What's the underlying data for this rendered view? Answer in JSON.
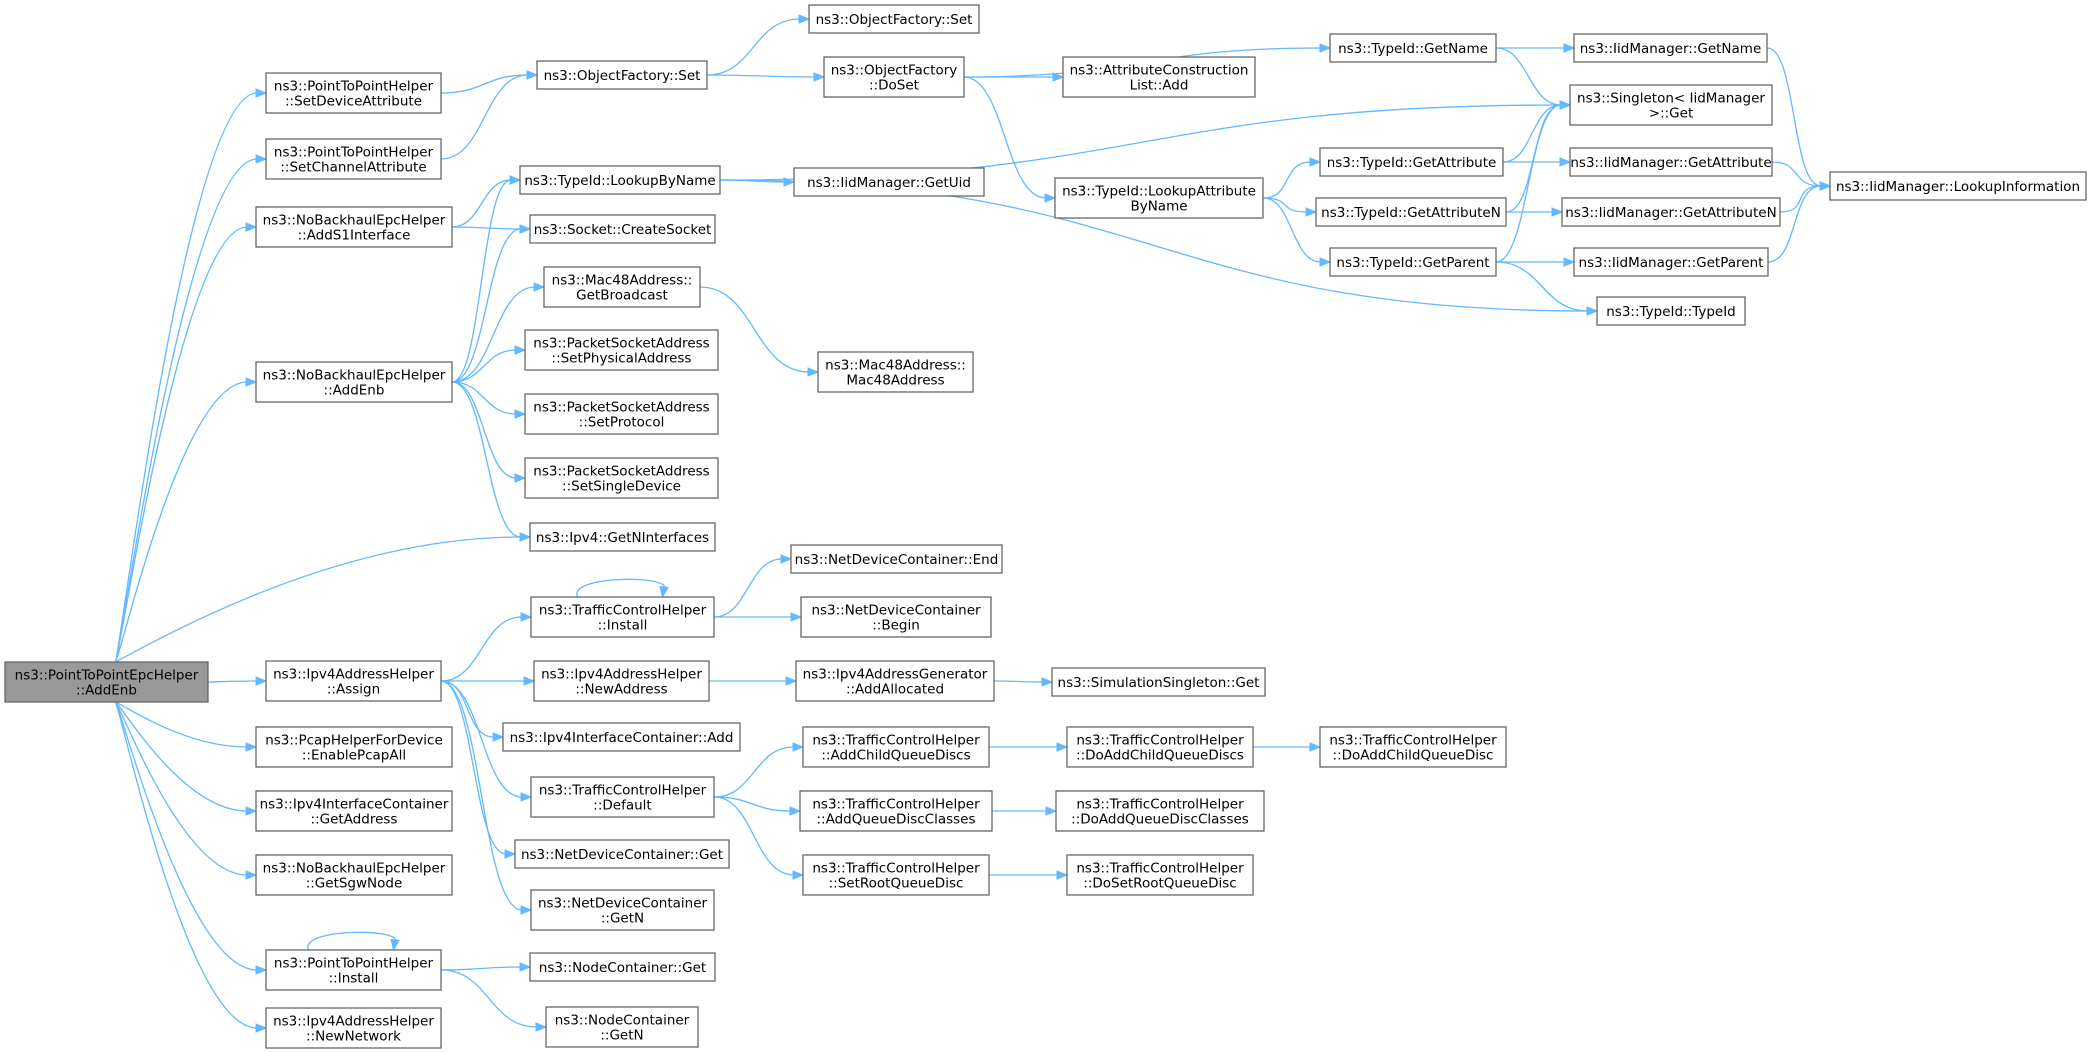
{
  "colors": {
    "edge": "#63b8ff",
    "node_border": "#666666",
    "root_fill": "#999999",
    "node_fill": "#ffffff"
  },
  "nodes": [
    {
      "id": "root",
      "lines": [
        "ns3::PointToPointEpcHelper",
        "::AddEnb"
      ],
      "root": true
    },
    {
      "id": "p2p_setdev",
      "lines": [
        "ns3::PointToPointHelper",
        "::SetDeviceAttribute"
      ]
    },
    {
      "id": "p2p_setchan",
      "lines": [
        "ns3::PointToPointHelper",
        "::SetChannelAttribute"
      ]
    },
    {
      "id": "nb_adds1",
      "lines": [
        "ns3::NoBackhaulEpcHelper",
        "::AddS1Interface"
      ]
    },
    {
      "id": "nb_addenb",
      "lines": [
        "ns3::NoBackhaulEpcHelper",
        "::AddEnb"
      ]
    },
    {
      "id": "ipv4ah_assign",
      "lines": [
        "ns3::Ipv4AddressHelper",
        "::Assign"
      ]
    },
    {
      "id": "pcap",
      "lines": [
        "ns3::PcapHelperForDevice",
        "::EnablePcapAll"
      ]
    },
    {
      "id": "ipv4ic_getaddr",
      "lines": [
        "ns3::Ipv4InterfaceContainer",
        "::GetAddress"
      ]
    },
    {
      "id": "nb_getsgw",
      "lines": [
        "ns3::NoBackhaulEpcHelper",
        "::GetSgwNode"
      ]
    },
    {
      "id": "p2p_install",
      "lines": [
        "ns3::PointToPointHelper",
        "::Install"
      ]
    },
    {
      "id": "ipv4ah_newnet",
      "lines": [
        "ns3::Ipv4AddressHelper",
        "::NewNetwork"
      ]
    },
    {
      "id": "of_set",
      "lines": [
        "ns3::ObjectFactory::Set"
      ]
    },
    {
      "id": "of_set_top",
      "lines": [
        "ns3::ObjectFactory::Set"
      ]
    },
    {
      "id": "of_doset",
      "lines": [
        "ns3::ObjectFactory",
        "::DoSet"
      ]
    },
    {
      "id": "tid_lookup",
      "lines": [
        "ns3::TypeId::LookupByName"
      ]
    },
    {
      "id": "sock_create",
      "lines": [
        "ns3::Socket::CreateSocket"
      ]
    },
    {
      "id": "mac_getbc",
      "lines": [
        "ns3::Mac48Address::",
        "GetBroadcast"
      ]
    },
    {
      "id": "psa_setphys",
      "lines": [
        "ns3::PacketSocketAddress",
        "::SetPhysicalAddress"
      ]
    },
    {
      "id": "psa_setproto",
      "lines": [
        "ns3::PacketSocketAddress",
        "::SetProtocol"
      ]
    },
    {
      "id": "psa_setsingle",
      "lines": [
        "ns3::PacketSocketAddress",
        "::SetSingleDevice"
      ]
    },
    {
      "id": "ipv4_getn",
      "lines": [
        "ns3::Ipv4::GetNInterfaces"
      ]
    },
    {
      "id": "tch_install",
      "lines": [
        "ns3::TrafficControlHelper",
        "::Install"
      ]
    },
    {
      "id": "ipv4ah_newaddr",
      "lines": [
        "ns3::Ipv4AddressHelper",
        "::NewAddress"
      ]
    },
    {
      "id": "ipv4ic_add",
      "lines": [
        "ns3::Ipv4InterfaceContainer::Add"
      ]
    },
    {
      "id": "tch_default",
      "lines": [
        "ns3::TrafficControlHelper",
        "::Default"
      ]
    },
    {
      "id": "ndc_get",
      "lines": [
        "ns3::NetDeviceContainer::Get"
      ]
    },
    {
      "id": "ndc_getn",
      "lines": [
        "ns3::NetDeviceContainer",
        "::GetN"
      ]
    },
    {
      "id": "nc_get",
      "lines": [
        "ns3::NodeContainer::Get"
      ]
    },
    {
      "id": "nc_getn",
      "lines": [
        "ns3::NodeContainer",
        "::GetN"
      ]
    },
    {
      "id": "iidm_getuid",
      "lines": [
        "ns3::IidManager::GetUid"
      ]
    },
    {
      "id": "mac_ctor",
      "lines": [
        "ns3::Mac48Address::",
        "Mac48Address"
      ]
    },
    {
      "id": "ndc_end",
      "lines": [
        "ns3::NetDeviceContainer::End"
      ]
    },
    {
      "id": "ndc_begin",
      "lines": [
        "ns3::NetDeviceContainer",
        "::Begin"
      ]
    },
    {
      "id": "ipv4ag_addalloc",
      "lines": [
        "ns3::Ipv4AddressGenerator",
        "::AddAllocated"
      ]
    },
    {
      "id": "tch_addchild",
      "lines": [
        "ns3::TrafficControlHelper",
        "::AddChildQueueDiscs"
      ]
    },
    {
      "id": "tch_addclasses",
      "lines": [
        "ns3::TrafficControlHelper",
        "::AddQueueDiscClasses"
      ]
    },
    {
      "id": "tch_setroot",
      "lines": [
        "ns3::TrafficControlHelper",
        "::SetRootQueueDisc"
      ]
    },
    {
      "id": "acl_add",
      "lines": [
        "ns3::AttributeConstruction",
        "List::Add"
      ]
    },
    {
      "id": "tid_lookupattr",
      "lines": [
        "ns3::TypeId::LookupAttribute",
        "ByName"
      ]
    },
    {
      "id": "ss_get",
      "lines": [
        "ns3::SimulationSingleton::Get"
      ]
    },
    {
      "id": "tch_doaddchilds",
      "lines": [
        "ns3::TrafficControlHelper",
        "::DoAddChildQueueDiscs"
      ]
    },
    {
      "id": "tch_doaddclasses",
      "lines": [
        "ns3::TrafficControlHelper",
        "::DoAddQueueDiscClasses"
      ]
    },
    {
      "id": "tch_dosetroot",
      "lines": [
        "ns3::TrafficControlHelper",
        "::DoSetRootQueueDisc"
      ]
    },
    {
      "id": "tid_getname",
      "lines": [
        "ns3::TypeId::GetName"
      ]
    },
    {
      "id": "tid_getattr",
      "lines": [
        "ns3::TypeId::GetAttribute"
      ]
    },
    {
      "id": "tid_getattrn",
      "lines": [
        "ns3::TypeId::GetAttributeN"
      ]
    },
    {
      "id": "tid_getparent",
      "lines": [
        "ns3::TypeId::GetParent"
      ]
    },
    {
      "id": "tch_doaddchild",
      "lines": [
        "ns3::TrafficControlHelper",
        "::DoAddChildQueueDisc"
      ]
    },
    {
      "id": "iidm_getname",
      "lines": [
        "ns3::IidManager::GetName"
      ]
    },
    {
      "id": "singleton_get",
      "lines": [
        "ns3::Singleton< IidManager",
        ">::Get"
      ]
    },
    {
      "id": "iidm_getattr",
      "lines": [
        "ns3::IidManager::GetAttribute"
      ]
    },
    {
      "id": "iidm_getattrn",
      "lines": [
        "ns3::IidManager::GetAttributeN"
      ]
    },
    {
      "id": "iidm_getparent",
      "lines": [
        "ns3::IidManager::GetParent"
      ]
    },
    {
      "id": "tid_typeid",
      "lines": [
        "ns3::TypeId::TypeId"
      ]
    },
    {
      "id": "iidm_lookupinfo",
      "lines": [
        "ns3::IidManager::LookupInformation"
      ]
    }
  ],
  "edges": [
    [
      "root",
      "p2p_setdev"
    ],
    [
      "root",
      "p2p_setchan"
    ],
    [
      "root",
      "nb_adds1"
    ],
    [
      "root",
      "nb_addenb"
    ],
    [
      "root",
      "ipv4_getn"
    ],
    [
      "root",
      "ipv4ah_assign"
    ],
    [
      "root",
      "pcap"
    ],
    [
      "root",
      "ipv4ic_getaddr"
    ],
    [
      "root",
      "nb_getsgw"
    ],
    [
      "root",
      "p2p_install"
    ],
    [
      "root",
      "ipv4ah_newnet"
    ],
    [
      "p2p_setdev",
      "of_set"
    ],
    [
      "p2p_setchan",
      "of_set"
    ],
    [
      "of_set",
      "of_set_top"
    ],
    [
      "of_set",
      "of_doset"
    ],
    [
      "of_doset",
      "tid_getname"
    ],
    [
      "of_doset",
      "acl_add"
    ],
    [
      "of_doset",
      "tid_lookupattr"
    ],
    [
      "nb_adds1",
      "tid_lookup"
    ],
    [
      "nb_adds1",
      "sock_create"
    ],
    [
      "nb_addenb",
      "tid_lookup"
    ],
    [
      "nb_addenb",
      "sock_create"
    ],
    [
      "nb_addenb",
      "mac_getbc"
    ],
    [
      "nb_addenb",
      "psa_setphys"
    ],
    [
      "nb_addenb",
      "psa_setproto"
    ],
    [
      "nb_addenb",
      "psa_setsingle"
    ],
    [
      "nb_addenb",
      "ipv4_getn"
    ],
    [
      "tid_lookup",
      "singleton_get"
    ],
    [
      "tid_lookup",
      "iidm_getuid"
    ],
    [
      "tid_lookup",
      "tid_typeid"
    ],
    [
      "mac_getbc",
      "mac_ctor"
    ],
    [
      "ipv4ah_assign",
      "tch_install"
    ],
    [
      "ipv4ah_assign",
      "ipv4ah_newaddr"
    ],
    [
      "ipv4ah_assign",
      "ipv4ic_add"
    ],
    [
      "ipv4ah_assign",
      "tch_default"
    ],
    [
      "ipv4ah_assign",
      "ndc_get"
    ],
    [
      "ipv4ah_assign",
      "ndc_getn"
    ],
    [
      "tch_install",
      "tch_install"
    ],
    [
      "tch_install",
      "ndc_end"
    ],
    [
      "tch_install",
      "ndc_begin"
    ],
    [
      "ipv4ah_newaddr",
      "ipv4ag_addalloc"
    ],
    [
      "ipv4ag_addalloc",
      "ss_get"
    ],
    [
      "tch_default",
      "tch_addchild"
    ],
    [
      "tch_default",
      "tch_addclasses"
    ],
    [
      "tch_default",
      "tch_setroot"
    ],
    [
      "tch_addchild",
      "tch_doaddchilds"
    ],
    [
      "tch_doaddchilds",
      "tch_doaddchild"
    ],
    [
      "tch_addclasses",
      "tch_doaddclasses"
    ],
    [
      "tch_setroot",
      "tch_dosetroot"
    ],
    [
      "p2p_install",
      "p2p_install"
    ],
    [
      "p2p_install",
      "nc_get"
    ],
    [
      "p2p_install",
      "nc_getn"
    ],
    [
      "tid_getname",
      "iidm_getname"
    ],
    [
      "tid_getname",
      "singleton_get"
    ],
    [
      "iidm_getname",
      "iidm_lookupinfo"
    ],
    [
      "tid_lookupattr",
      "tid_getattr"
    ],
    [
      "tid_lookupattr",
      "tid_getattrn"
    ],
    [
      "tid_lookupattr",
      "tid_getparent"
    ],
    [
      "tid_getattr",
      "singleton_get"
    ],
    [
      "tid_getattr",
      "iidm_getattr"
    ],
    [
      "tid_getattrn",
      "singleton_get"
    ],
    [
      "tid_getattrn",
      "iidm_getattrn"
    ],
    [
      "tid_getparent",
      "singleton_get"
    ],
    [
      "tid_getparent",
      "iidm_getparent"
    ],
    [
      "tid_getparent",
      "tid_typeid"
    ],
    [
      "iidm_getattr",
      "iidm_lookupinfo"
    ],
    [
      "iidm_getattrn",
      "iidm_lookupinfo"
    ],
    [
      "iidm_getparent",
      "iidm_lookupinfo"
    ]
  ]
}
